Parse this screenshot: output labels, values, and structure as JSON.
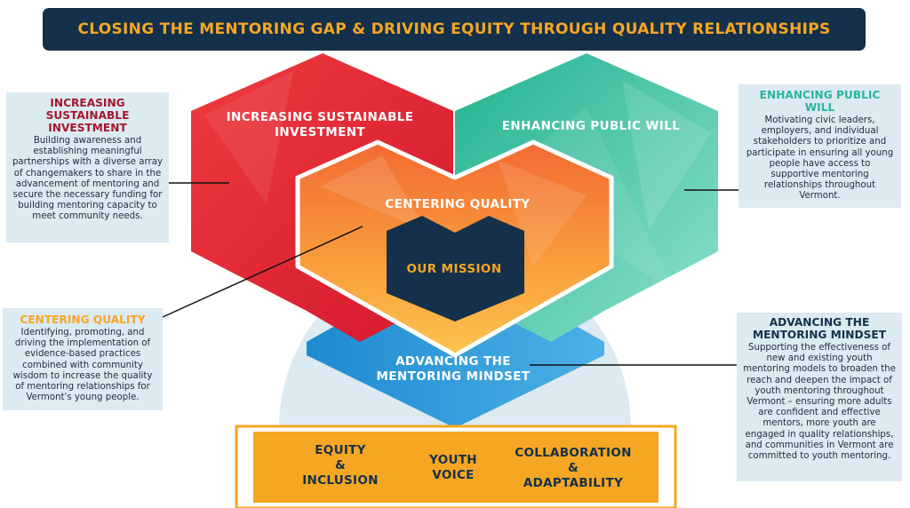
{
  "banner": {
    "title": "CLOSING THE MENTORING GAP & DRIVING EQUITY THROUGH QUALITY RELATIONSHIPS"
  },
  "diagram": {
    "investment_label": "INCREASING SUSTAINABLE INVESTMENT",
    "public_will_label": "ENHANCING PUBLIC WILL",
    "quality_label": "CENTERING QUALITY",
    "mission_label": "OUR MISSION",
    "mindset_label": "ADVANCING THE MENTORING MINDSET"
  },
  "pillars": {
    "equity": "EQUITY & INCLUSION",
    "youth": "YOUTH VOICE",
    "collaboration": "COLLABORATION & ADAPTABILITY"
  },
  "callouts": {
    "investment": {
      "title": "INCREASING SUSTAINABLE INVESTMENT",
      "text": "Building awareness and establishing meaningful partnerships with a diverse array of changemakers to share in the advancement of mentoring and secure the necessary funding for building mentoring capacity to meet community needs."
    },
    "public_will": {
      "title": "ENHANCING PUBLIC WILL",
      "text": "Motivating civic leaders, employers, and individual stakeholders to prioritize and participate in ensuring all young people have access to supportive mentoring relationships throughout Vermont."
    },
    "quality": {
      "title": "CENTERING QUALITY",
      "text": "Identifying, promoting, and driving the implementation of evidence-based practices combined with community wisdom to increase the quality of mentoring relationships for Vermont's young people."
    },
    "mindset": {
      "title": "ADVANCING THE MENTORING MINDSET",
      "text": "Supporting the effectiveness of new and existing youth mentoring models to broaden the reach and deepen the impact of youth mentoring throughout Vermont – ensuring more adults are confident and effective mentors, more youth are engaged in quality relationships, and communities in Vermont are committed to youth mentoring."
    }
  },
  "colors": {
    "navy": "#14304a",
    "gold": "#f5a623",
    "red": "#e42a35",
    "teal": "#36c0a0",
    "blue": "#2a93d5",
    "orange": "#f7923a",
    "callout_bg": "#dceaf1"
  }
}
